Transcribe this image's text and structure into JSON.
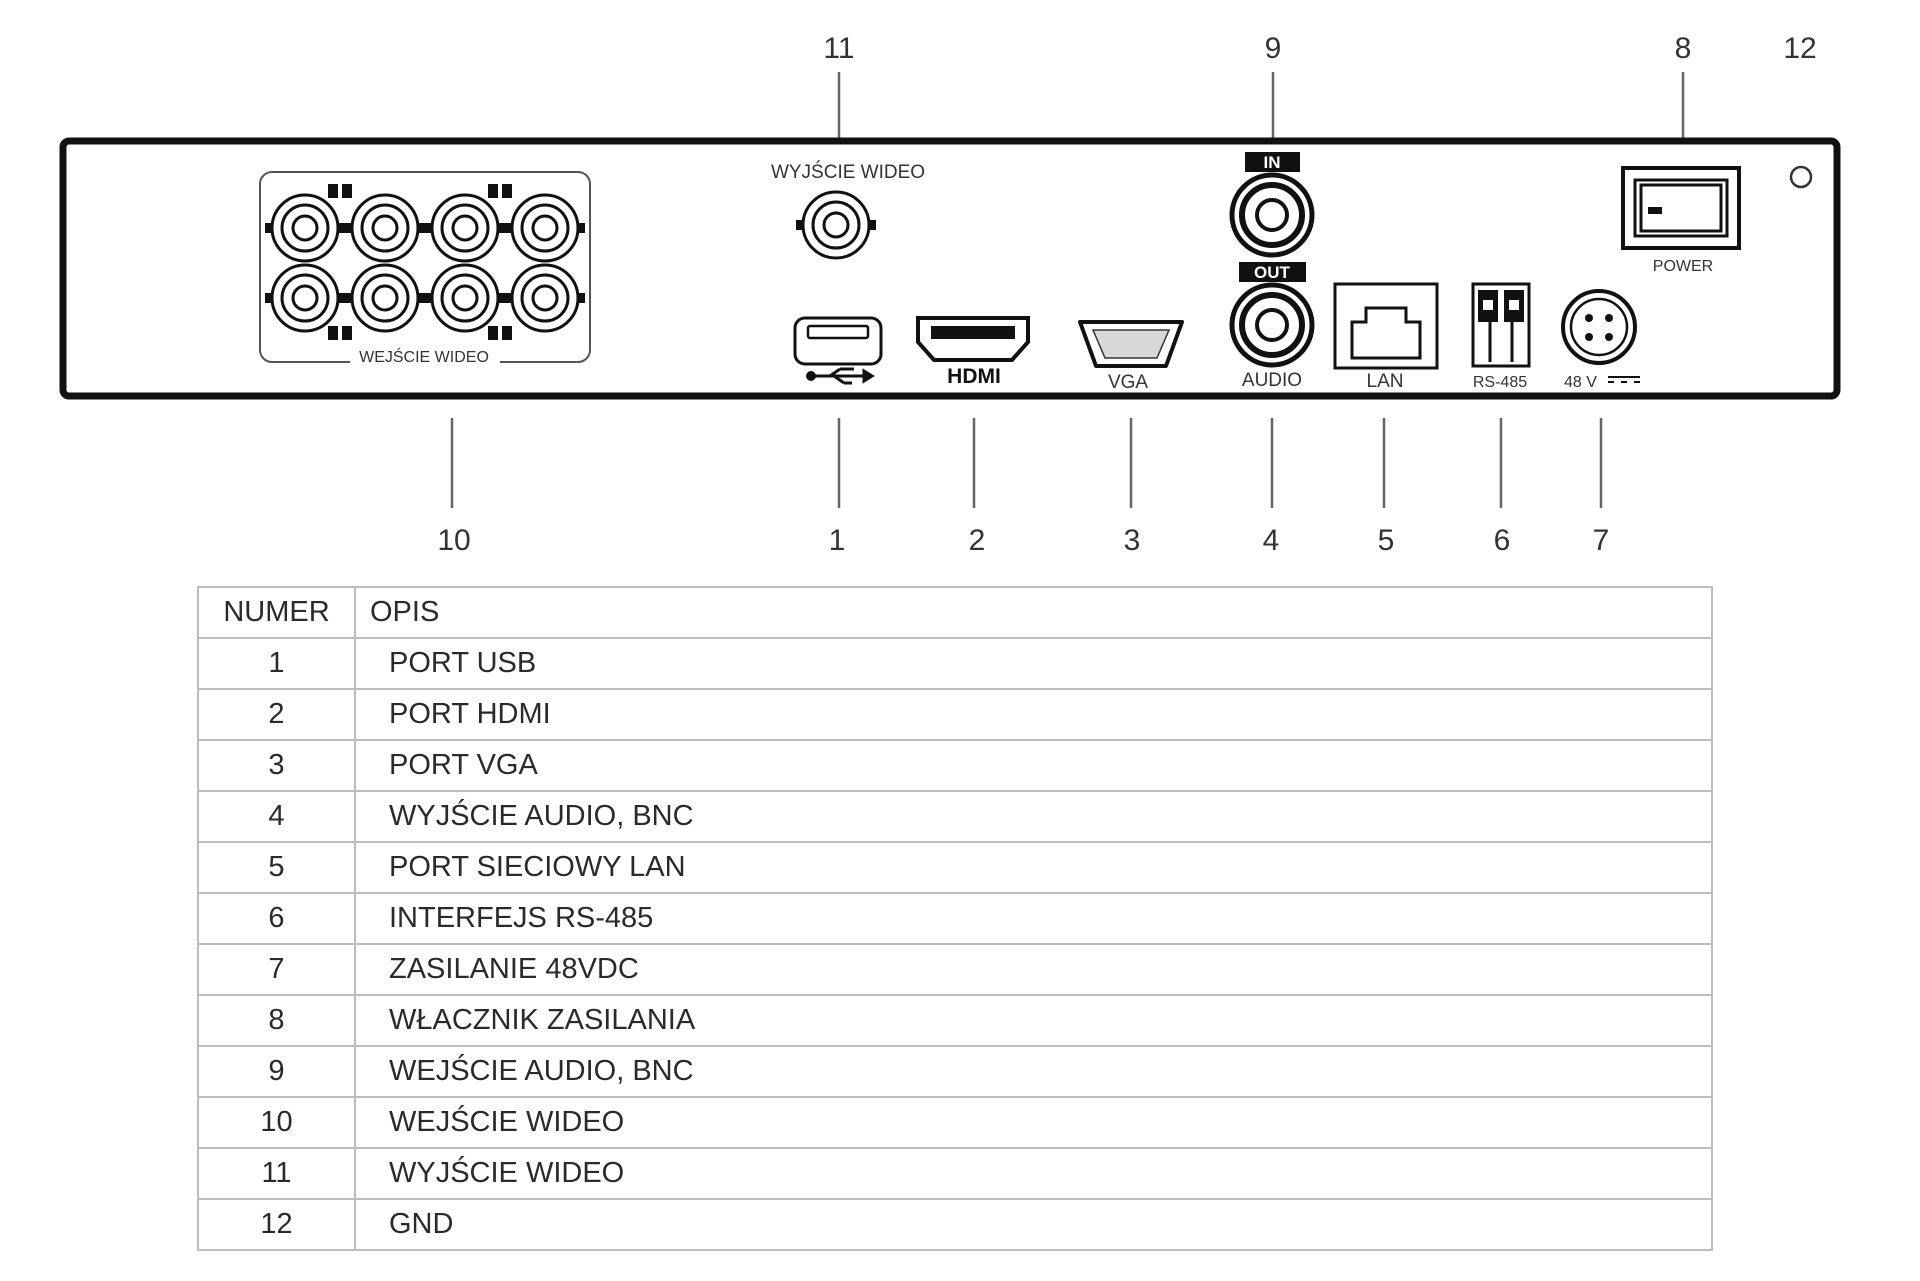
{
  "callouts": [
    "11",
    "9",
    "8",
    "12",
    "10",
    "1",
    "2",
    "3",
    "4",
    "5",
    "6",
    "7"
  ],
  "panel_labels": {
    "video_in": "WEJŚCIE WIDEO",
    "video_out": "WYJŚCIE WIDEO",
    "audio_in_tag": "IN",
    "audio_out_tag": "OUT",
    "audio": "AUDIO",
    "hdmi": "HDMI",
    "vga": "VGA",
    "lan": "LAN",
    "rs485": "RS-485",
    "power_input": "48 V",
    "power_switch": "POWER"
  },
  "table": {
    "headers": {
      "number": "NUMER",
      "description": "OPIS"
    },
    "rows": [
      {
        "number": "1",
        "description": "PORT USB"
      },
      {
        "number": "2",
        "description": "PORT HDMI"
      },
      {
        "number": "3",
        "description": "PORT VGA"
      },
      {
        "number": "4",
        "description": "WYJŚCIE AUDIO, BNC"
      },
      {
        "number": "5",
        "description": "PORT SIECIOWY LAN"
      },
      {
        "number": "6",
        "description": "INTERFEJS RS-485"
      },
      {
        "number": "7",
        "description": "ZASILANIE 48VDC"
      },
      {
        "number": "8",
        "description": "WŁACZNIK ZASILANIA"
      },
      {
        "number": "9",
        "description": "WEJŚCIE AUDIO, BNC"
      },
      {
        "number": "10",
        "description": "WEJŚCIE WIDEO"
      },
      {
        "number": "11",
        "description": "WYJŚCIE WIDEO"
      },
      {
        "number": "12",
        "description": "GND"
      }
    ]
  }
}
